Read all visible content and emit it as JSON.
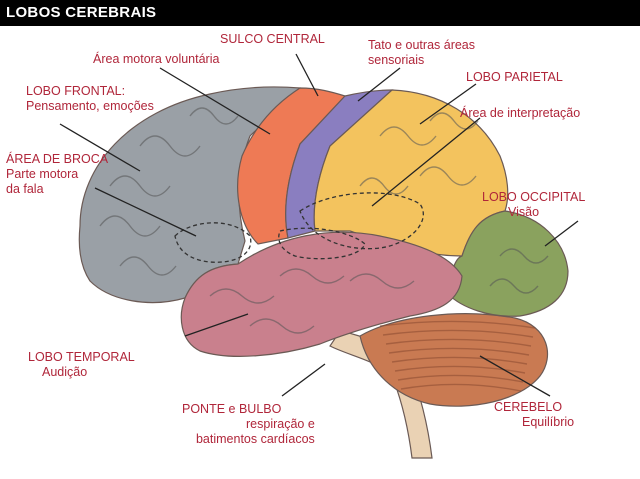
{
  "title": "LOBOS CEREBRAIS",
  "labels": {
    "sulco_central": "SULCO CENTRAL",
    "area_motora": "Área motora voluntária",
    "tato_1": "Tato e outras áreas",
    "tato_2": "sensoriais",
    "lobo_parietal": "LOBO PARIETAL",
    "area_interp": "Área de interpretação",
    "lobo_frontal": "LOBO FRONTAL:",
    "lobo_frontal_desc": "Pensamento, emoções",
    "broca": "ÁREA DE BROCA",
    "broca_desc_1": "Parte motora",
    "broca_desc_2": "da fala",
    "lobo_occipital": "LOBO OCCIPITAL",
    "lobo_occipital_desc": "Visão",
    "lobo_temporal": "LOBO TEMPORAL",
    "lobo_temporal_desc": "Audição",
    "ponte_1": "PONTE e BULBO",
    "ponte_2": "respiração e",
    "ponte_3": "batimentos cardíacos",
    "cerebelo": "CEREBELO",
    "cerebelo_desc": "Equilíbrio"
  },
  "colors": {
    "frontal": "#9aa0a6",
    "motor": "#ee7a55",
    "sensory": "#8a7ec0",
    "parietal": "#f3c35e",
    "occipital": "#8aa25e",
    "temporal": "#c9808d",
    "cerebellum": "#c97a52",
    "brainstem": "#ead2b4",
    "label": "#b0263a"
  }
}
